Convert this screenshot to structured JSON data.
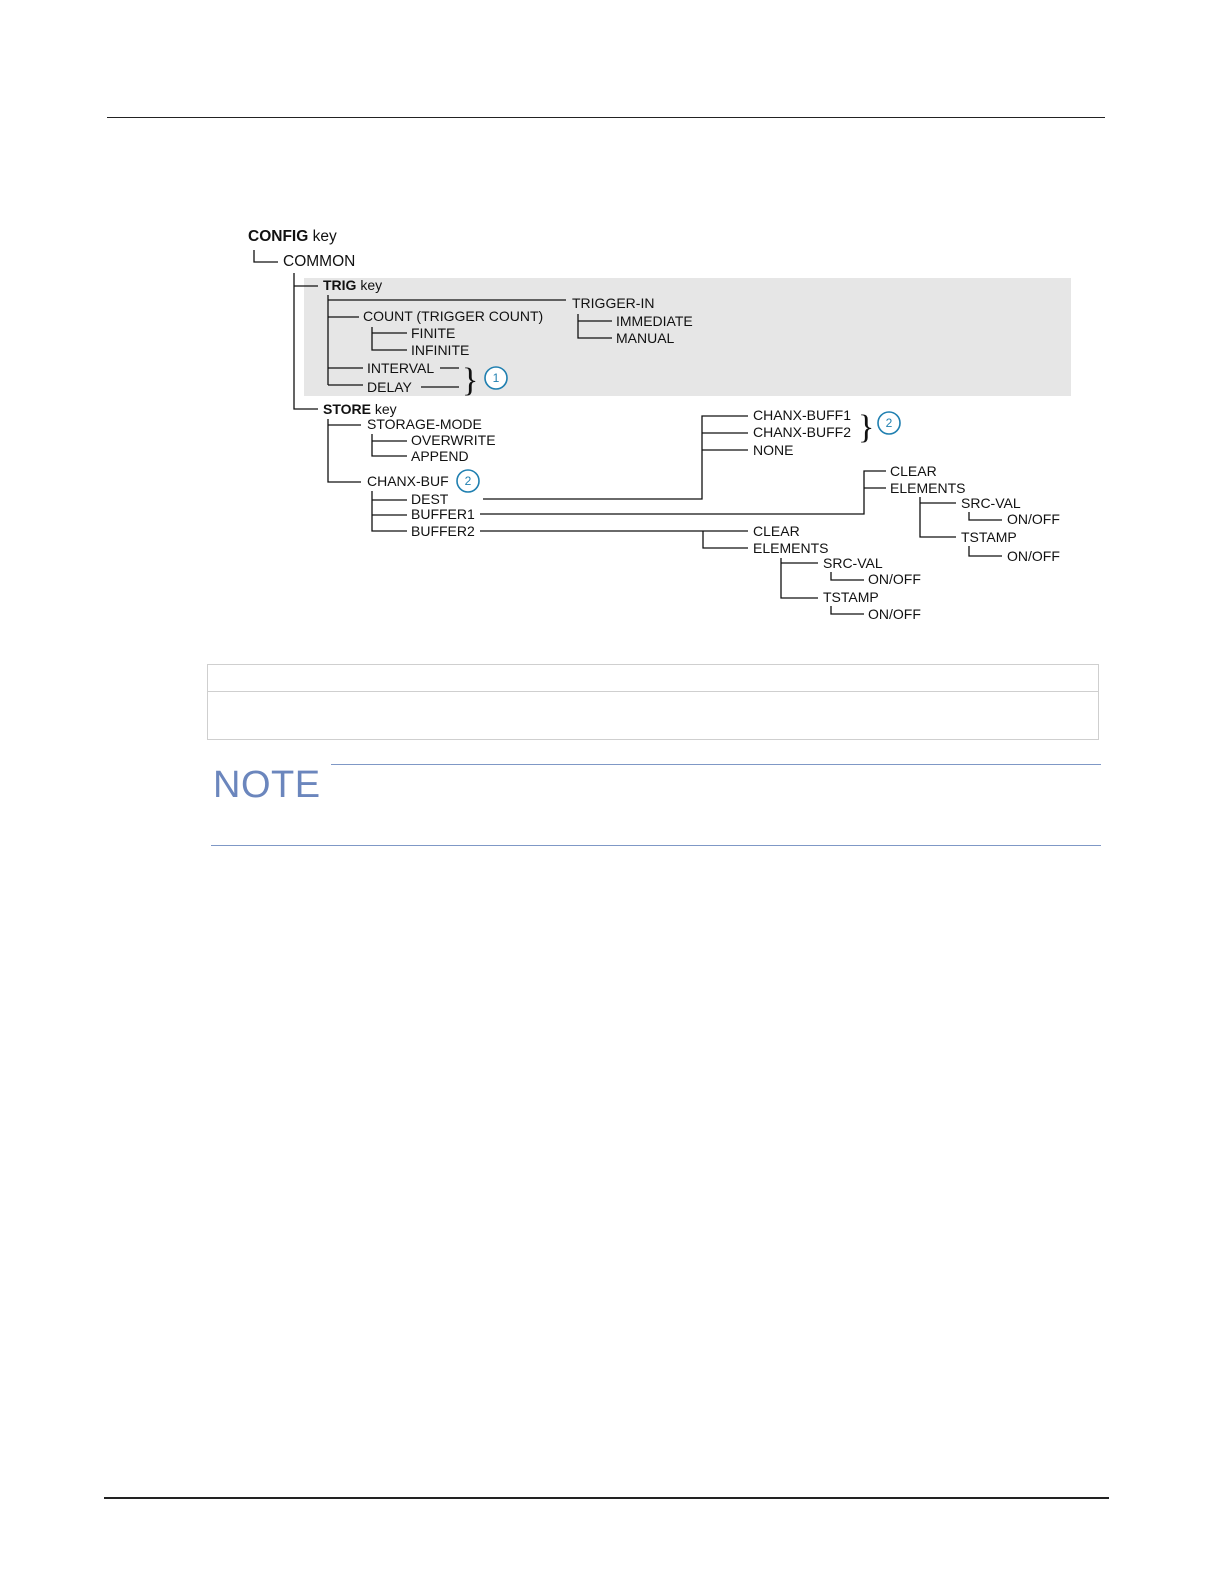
{
  "diagram": {
    "root": {
      "bold": "CONFIG",
      "rest": " key"
    },
    "common": "COMMON",
    "trig": {
      "bold": "TRIG",
      "rest": " key",
      "count": "COUNT (TRIGGER COUNT)",
      "finite": "FINITE",
      "infinite": "INFINITE",
      "interval": "INTERVAL",
      "delay": "DELAY",
      "trigger_in": "TRIGGER-IN",
      "immediate": "IMMEDIATE",
      "manual": "MANUAL",
      "callout": "1"
    },
    "store": {
      "bold": "STORE",
      "rest": " key",
      "storage_mode": "STORAGE-MODE",
      "overwrite": "OVERWRITE",
      "append": "APPEND",
      "chanx_buf": "CHANX-BUF",
      "callout": "2",
      "dest": "DEST",
      "buffer1": "BUFFER1",
      "buffer2": "BUFFER2",
      "dest_options": {
        "buff1": "CHANX-BUFF1",
        "buff2": "CHANX-BUFF2",
        "none": "NONE",
        "callout": "2"
      },
      "buffer1_menu": {
        "clear": "CLEAR",
        "elements": "ELEMENTS",
        "src_val": "SRC-VAL",
        "src_onoff": "ON/OFF",
        "tstamp": "TSTAMP",
        "ts_onoff": "ON/OFF"
      },
      "buffer2_menu": {
        "clear": "CLEAR",
        "elements": "ELEMENTS",
        "src_val": "SRC-VAL",
        "src_onoff": "ON/OFF",
        "tstamp": "TSTAMP",
        "ts_onoff": "ON/OFF"
      }
    }
  },
  "note": {
    "title": "NOTE"
  }
}
